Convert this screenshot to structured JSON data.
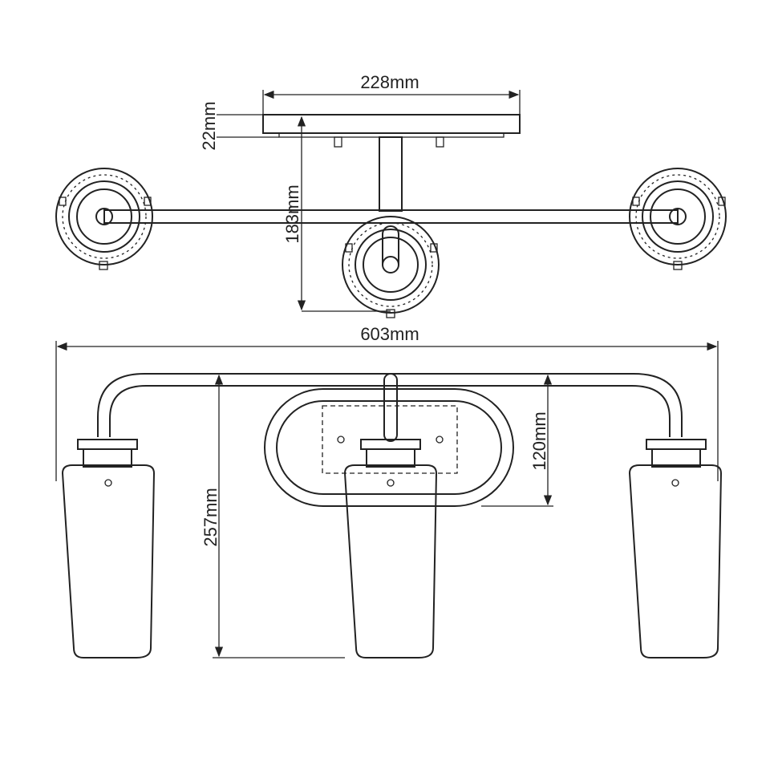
{
  "dimensions": {
    "plate_width": "228mm",
    "plate_depth": "22mm",
    "projection": "183mm",
    "overall_width": "603mm",
    "overall_height": "257mm",
    "backplate_height": "120mm"
  },
  "colors": {
    "line": "#222222",
    "background": "#ffffff"
  }
}
